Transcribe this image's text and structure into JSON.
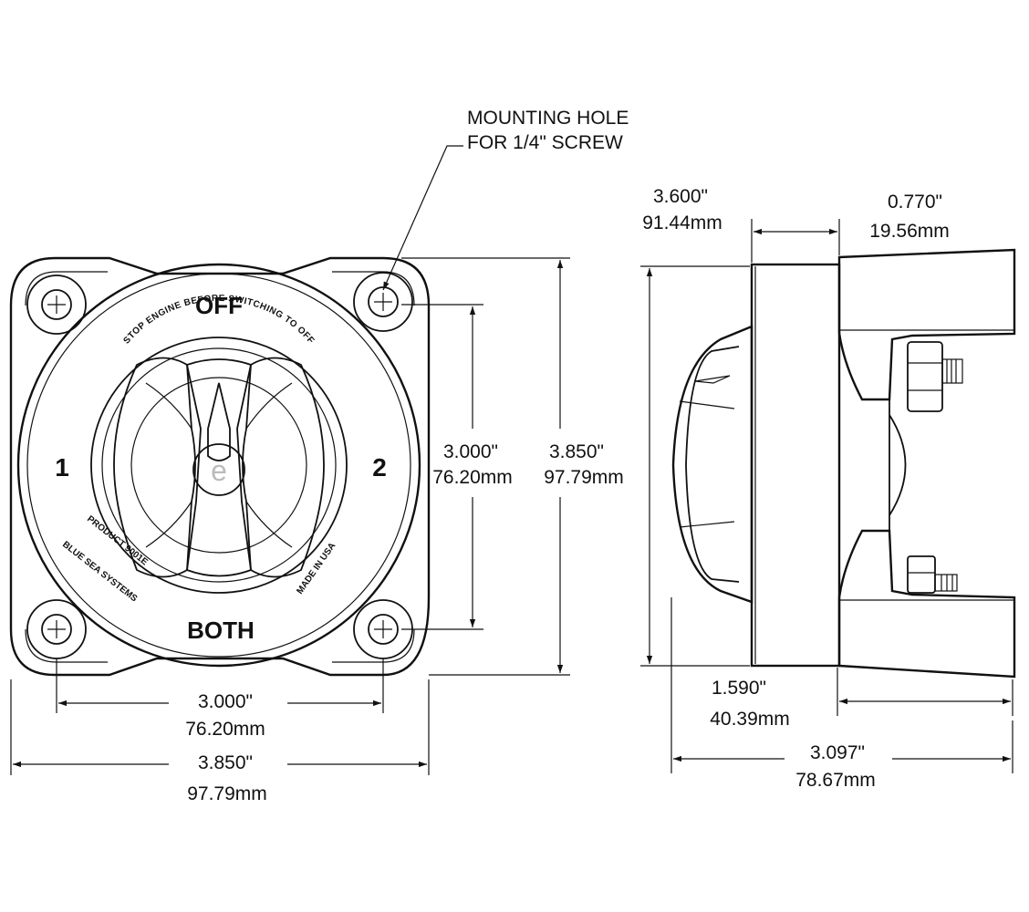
{
  "callout": {
    "line1": "MOUNTING HOLE",
    "line2": "FOR 1/4\" SCREW"
  },
  "front_view": {
    "label_off": "OFF",
    "label_both": "BOTH",
    "label_pos1": "1",
    "label_pos2": "2",
    "arc_text_top": "STOP ENGINE BEFORE SWITCHING TO OFF",
    "text_product": "PRODUCT 9001E",
    "text_brand": "BLUE SEA SYSTEMS",
    "text_made": "MADE IN USA",
    "knob_mark": "e"
  },
  "dimensions": {
    "hole_spacing_vertical": {
      "in": "3.000\"",
      "mm": "76.20mm"
    },
    "overall_height": {
      "in": "3.850\"",
      "mm": "97.79mm"
    },
    "hole_spacing_horizontal": {
      "in": "3.000\"",
      "mm": "76.20mm"
    },
    "overall_width": {
      "in": "3.850\"",
      "mm": "97.79mm"
    },
    "side_height": {
      "in": "3.600\"",
      "mm": "91.44mm"
    },
    "flange_depth": {
      "in": "0.770\"",
      "mm": "19.56mm"
    },
    "front_depth": {
      "in": "1.590\"",
      "mm": "40.39mm"
    },
    "overall_depth": {
      "in": "3.097\"",
      "mm": "78.67mm"
    }
  },
  "colors": {
    "line": "#111111",
    "fill": "#ffffff",
    "shade": "#f2f2f2"
  }
}
